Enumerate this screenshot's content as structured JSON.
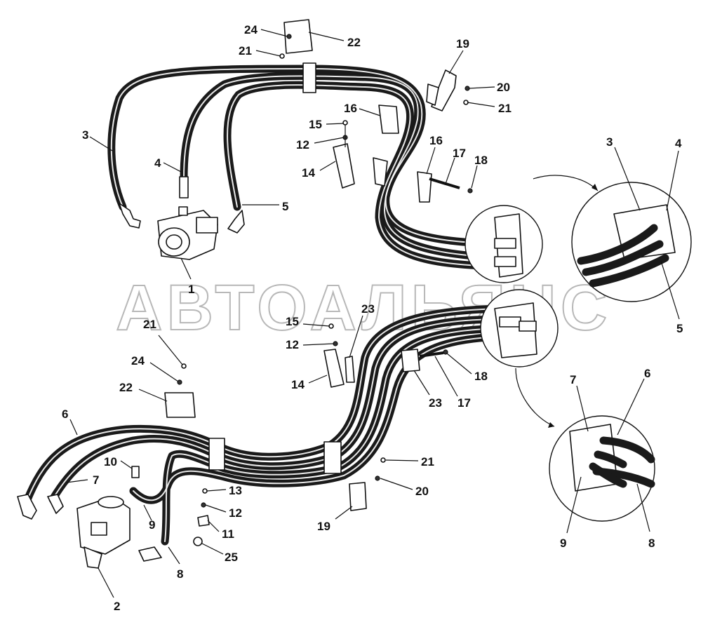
{
  "watermark": "АВТОАЛЬЯНС",
  "callouts": [
    {
      "id": "c-24-top",
      "text": "24"
    },
    {
      "id": "c-22-top",
      "text": "22"
    },
    {
      "id": "c-21-top",
      "text": "21"
    },
    {
      "id": "c-19-top",
      "text": "19"
    },
    {
      "id": "c-20-top",
      "text": "20"
    },
    {
      "id": "c-21-right",
      "text": "21"
    },
    {
      "id": "c-3-left",
      "text": "3"
    },
    {
      "id": "c-4-left",
      "text": "4"
    },
    {
      "id": "c-5-left",
      "text": "5"
    },
    {
      "id": "c-1",
      "text": "1"
    },
    {
      "id": "c-16-a",
      "text": "16"
    },
    {
      "id": "c-15-top",
      "text": "15"
    },
    {
      "id": "c-12-top",
      "text": "12"
    },
    {
      "id": "c-14-top",
      "text": "14"
    },
    {
      "id": "c-16-b",
      "text": "16"
    },
    {
      "id": "c-17-top",
      "text": "17"
    },
    {
      "id": "c-18-top",
      "text": "18"
    },
    {
      "id": "c-3-detail",
      "text": "3"
    },
    {
      "id": "c-4-detail",
      "text": "4"
    },
    {
      "id": "c-5-detail",
      "text": "5"
    },
    {
      "id": "c-21-mid",
      "text": "21"
    },
    {
      "id": "c-24-mid",
      "text": "24"
    },
    {
      "id": "c-22-mid",
      "text": "22"
    },
    {
      "id": "c-15-mid",
      "text": "15"
    },
    {
      "id": "c-23-a",
      "text": "23"
    },
    {
      "id": "c-12-mid",
      "text": "12"
    },
    {
      "id": "c-14-mid",
      "text": "14"
    },
    {
      "id": "c-18-mid",
      "text": "18"
    },
    {
      "id": "c-23-b",
      "text": "23"
    },
    {
      "id": "c-17-mid",
      "text": "17"
    },
    {
      "id": "c-7-detail",
      "text": "7"
    },
    {
      "id": "c-6-detail",
      "text": "6"
    },
    {
      "id": "c-6-left",
      "text": "6"
    },
    {
      "id": "c-7-left",
      "text": "7"
    },
    {
      "id": "c-10",
      "text": "10"
    },
    {
      "id": "c-13",
      "text": "13"
    },
    {
      "id": "c-12-low",
      "text": "12"
    },
    {
      "id": "c-11",
      "text": "11"
    },
    {
      "id": "c-9-left",
      "text": "9"
    },
    {
      "id": "c-25",
      "text": "25"
    },
    {
      "id": "c-8-left",
      "text": "8"
    },
    {
      "id": "c-2",
      "text": "2"
    },
    {
      "id": "c-21-low",
      "text": "21"
    },
    {
      "id": "c-20-low",
      "text": "20"
    },
    {
      "id": "c-19-low",
      "text": "19"
    },
    {
      "id": "c-9-detail",
      "text": "9"
    },
    {
      "id": "c-8-detail",
      "text": "8"
    }
  ]
}
